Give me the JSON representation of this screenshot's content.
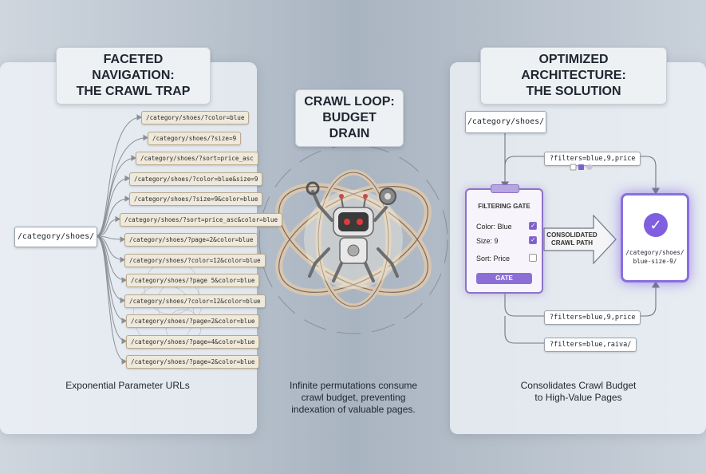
{
  "panels": {
    "left": {
      "title_line1": "FACETED NAVIGATION:",
      "title_line2": "THE CRAWL TRAP",
      "root_url": "/category/shoes/",
      "urls": [
        "/category/shoes/?color=blue",
        "/category/shoes/?size=9",
        "/category/shoes/?sort=price_asc",
        "/category/shoes/?color=blue&size=9",
        "/category/shoes/?size=9&color=blue",
        "/category/shoes/?sort=price_asc&color=blue",
        "/category/shoes/?page=2&color=blue",
        "/category/shoes/?color=12&color=blue",
        "/category/shoes/?page 5&color=blue",
        "/category/shoes/?color=12&color=blue",
        "/category/shoes/?page=2&color=blue",
        "/category/shoes/?page=4&color=blue",
        "/category/shoes/?page=2&color=blue"
      ],
      "caption": "Exponential Parameter URLs"
    },
    "middle": {
      "title_line1": "CRAWL LOOP:",
      "title_line2": "BUDGET DRAIN",
      "caption_line1": "Infinite permutations consume",
      "caption_line2": "crawl budget, preventing",
      "caption_line3": "indexation of valuable pages."
    },
    "right": {
      "title_line1": "OPTIMIZED ARCHITECTURE:",
      "title_line2": "THE SOLUTION",
      "category_url": "/category/shoes/",
      "filter_chips": [
        "?filters=blue,9,price",
        "?filters=blue,9,price",
        "?filters=blue,raiva/"
      ],
      "gate": {
        "title": "FILTERING GATE",
        "rows": [
          {
            "label": "Color: Blue",
            "checked": true
          },
          {
            "label": "Size: 9",
            "checked": true
          },
          {
            "label": "Sort: Price",
            "checked": false
          }
        ],
        "button": "GATE"
      },
      "arrow_label_line1": "CONSOLIDATED",
      "arrow_label_line2": "CRAWL PATH",
      "target_line1": "/category/shoes/",
      "target_line2": "blue-size-9/",
      "caption_line1": "Consolidates Crawl Budget",
      "caption_line2": "to High-Value Pages"
    }
  },
  "colors": {
    "accent_purple": "#8a6fe0",
    "robot_eye_red": "#e23b3b",
    "chip_beige": "#efe9dc"
  }
}
